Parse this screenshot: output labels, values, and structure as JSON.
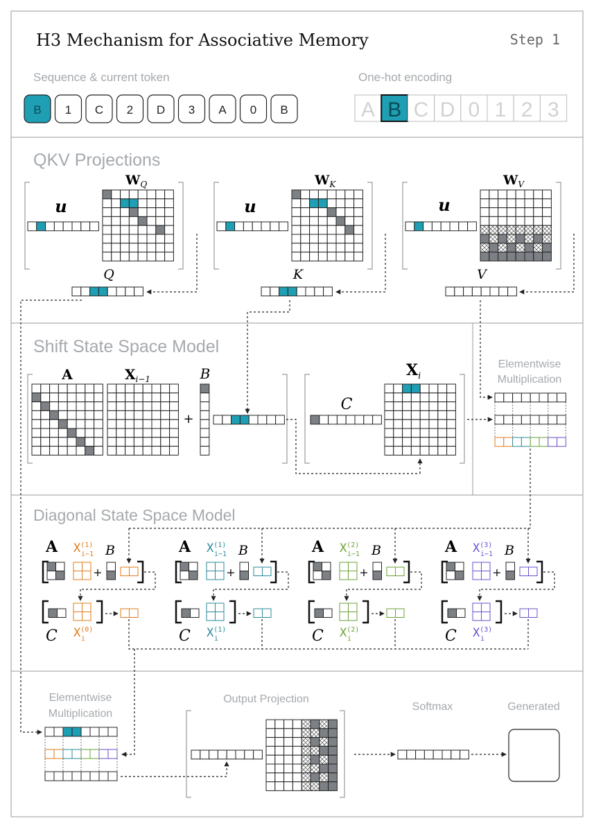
{
  "header": {
    "title": "H3 Mechanism for Associative Memory",
    "step": "Step 1",
    "sequence_label": "Sequence & current token",
    "sequence": [
      "B",
      "1",
      "C",
      "2",
      "D",
      "3",
      "A",
      "0",
      "B"
    ],
    "current_index": 0,
    "onehot_label": "One-hot encoding",
    "onehot": [
      "A",
      "B",
      "C",
      "D",
      "0",
      "1",
      "2",
      "3"
    ],
    "onehot_active": 1
  },
  "qkv": {
    "title": "QKV Projections",
    "u": "u",
    "wq": "W",
    "wq_sub": "Q",
    "wk": "W",
    "wk_sub": "K",
    "wv": "W",
    "wv_sub": "V",
    "q": "Q",
    "k": "K",
    "v": "V"
  },
  "shift": {
    "title": "Shift State Space Model",
    "a": "A",
    "x": "X",
    "x_sub": "i−1",
    "plus": "+",
    "b": "B",
    "c": "C",
    "xi": "X",
    "xi_sub": "i",
    "mult_line1": "Elementwise",
    "mult_line2": "Multiplication"
  },
  "diag": {
    "title": "Diagonal State Space Model",
    "blocks": [
      {
        "color": "#e07b1a",
        "sup": "(0)",
        "sup_prev": "(1)"
      },
      {
        "color": "#2a8a99",
        "sup": "(1)",
        "sup_prev": "(1)"
      },
      {
        "color": "#6aa234",
        "sup": "(2)",
        "sup_prev": "(2)"
      },
      {
        "color": "#6b4fcf",
        "sup": "(3)",
        "sup_prev": "(3)"
      }
    ],
    "a": "A",
    "b": "B",
    "c": "C",
    "x": "X",
    "sub_prev": "i−1",
    "sub": "i",
    "plus": "+"
  },
  "bottom": {
    "mult_line1": "Elementwise",
    "mult_line2": "Multiplication",
    "output_projection": "Output Projection",
    "softmax": "Softmax",
    "generated": "Generated"
  },
  "colors": {
    "teal": "#1e9fb3",
    "gray_cell": "#7d8185",
    "orange": "#e07b1a",
    "cyan": "#2a8a99",
    "green": "#6aa234",
    "purple": "#6b4fcf",
    "panel_border": "#9a9a9a",
    "muted_text": "#a5a9ad"
  }
}
